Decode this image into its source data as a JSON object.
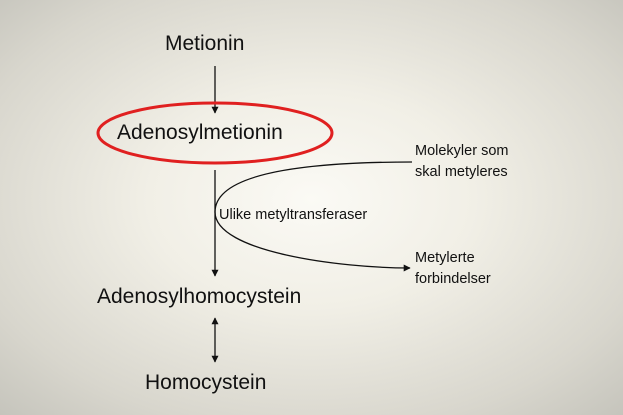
{
  "nodes": {
    "metionin": "Metionin",
    "adenosylmetionin": "Adenosylmetionin",
    "adenosylhomocystein": "Adenosylhomocystein",
    "homocystein": "Homocystein"
  },
  "enzyme_label": "Ulike metyltransferaser",
  "side_inputs": {
    "molecules_to_methylate": "Molekyler som\nskal metyleres",
    "methylated_compounds": "Metylerte\nforbindelser"
  },
  "colors": {
    "highlight_ellipse": "#e02020",
    "text": "#111111",
    "arrows": "#111111"
  }
}
